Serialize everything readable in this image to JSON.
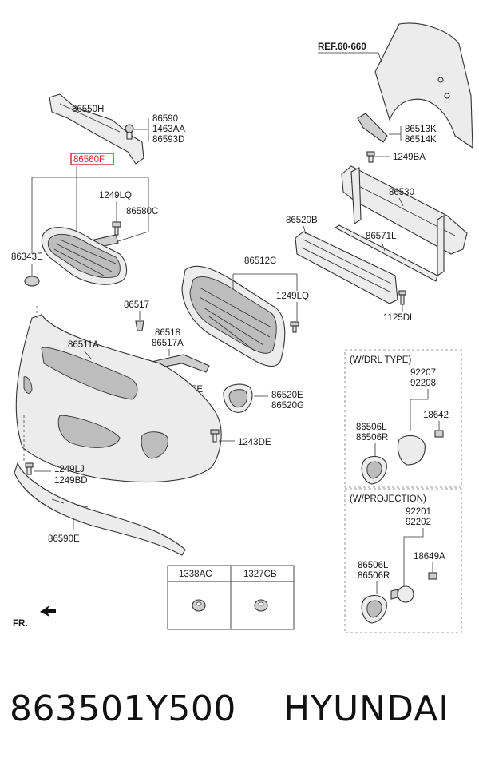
{
  "diagram": {
    "ref": "REF.60-660",
    "front_marker": "FR.",
    "labels": {
      "p86550H": "86550H",
      "p86590": "86590",
      "p1463AA": "1463AA",
      "p86593D": "86593D",
      "p86560F": "86560F",
      "p1249LQ_a": "1249LQ",
      "p86580C": "86580C",
      "p86343E": "86343E",
      "p86513K": "86513K",
      "p86514K": "86514K",
      "p1249BA": "1249BA",
      "p86530": "86530",
      "p86520B": "86520B",
      "p86571L": "86571L",
      "p86512C": "86512C",
      "p1249LQ_b": "1249LQ",
      "p1125DL": "1125DL",
      "p86517": "86517",
      "p86518": "86518",
      "p86517A": "86517A",
      "p86511A": "86511A",
      "p1129EE": "1129EE",
      "p86520E": "86520E",
      "p86520G": "86520G",
      "p1243DE": "1243DE",
      "p1249LJ": "1249LJ",
      "p1249BD": "1249BD",
      "p86590E": "86590E"
    },
    "drl_box": {
      "title": "(W/DRL TYPE)",
      "l92207": "92207",
      "l92208": "92208",
      "l18642": "18642",
      "l86506L": "86506L",
      "l86506R": "86506R"
    },
    "projection_box": {
      "title": "(W/PROJECTION)",
      "l92201": "92201",
      "l92202": "92202",
      "l18649A": "18649A",
      "l86506L": "86506L",
      "l86506R": "86506R"
    },
    "nut_table": {
      "col1": "1338AC",
      "col2": "1327CB"
    },
    "highlight_color": "#d0272c"
  },
  "footer": {
    "part_number": "863501Y500",
    "brand": "HYUNDAI"
  }
}
